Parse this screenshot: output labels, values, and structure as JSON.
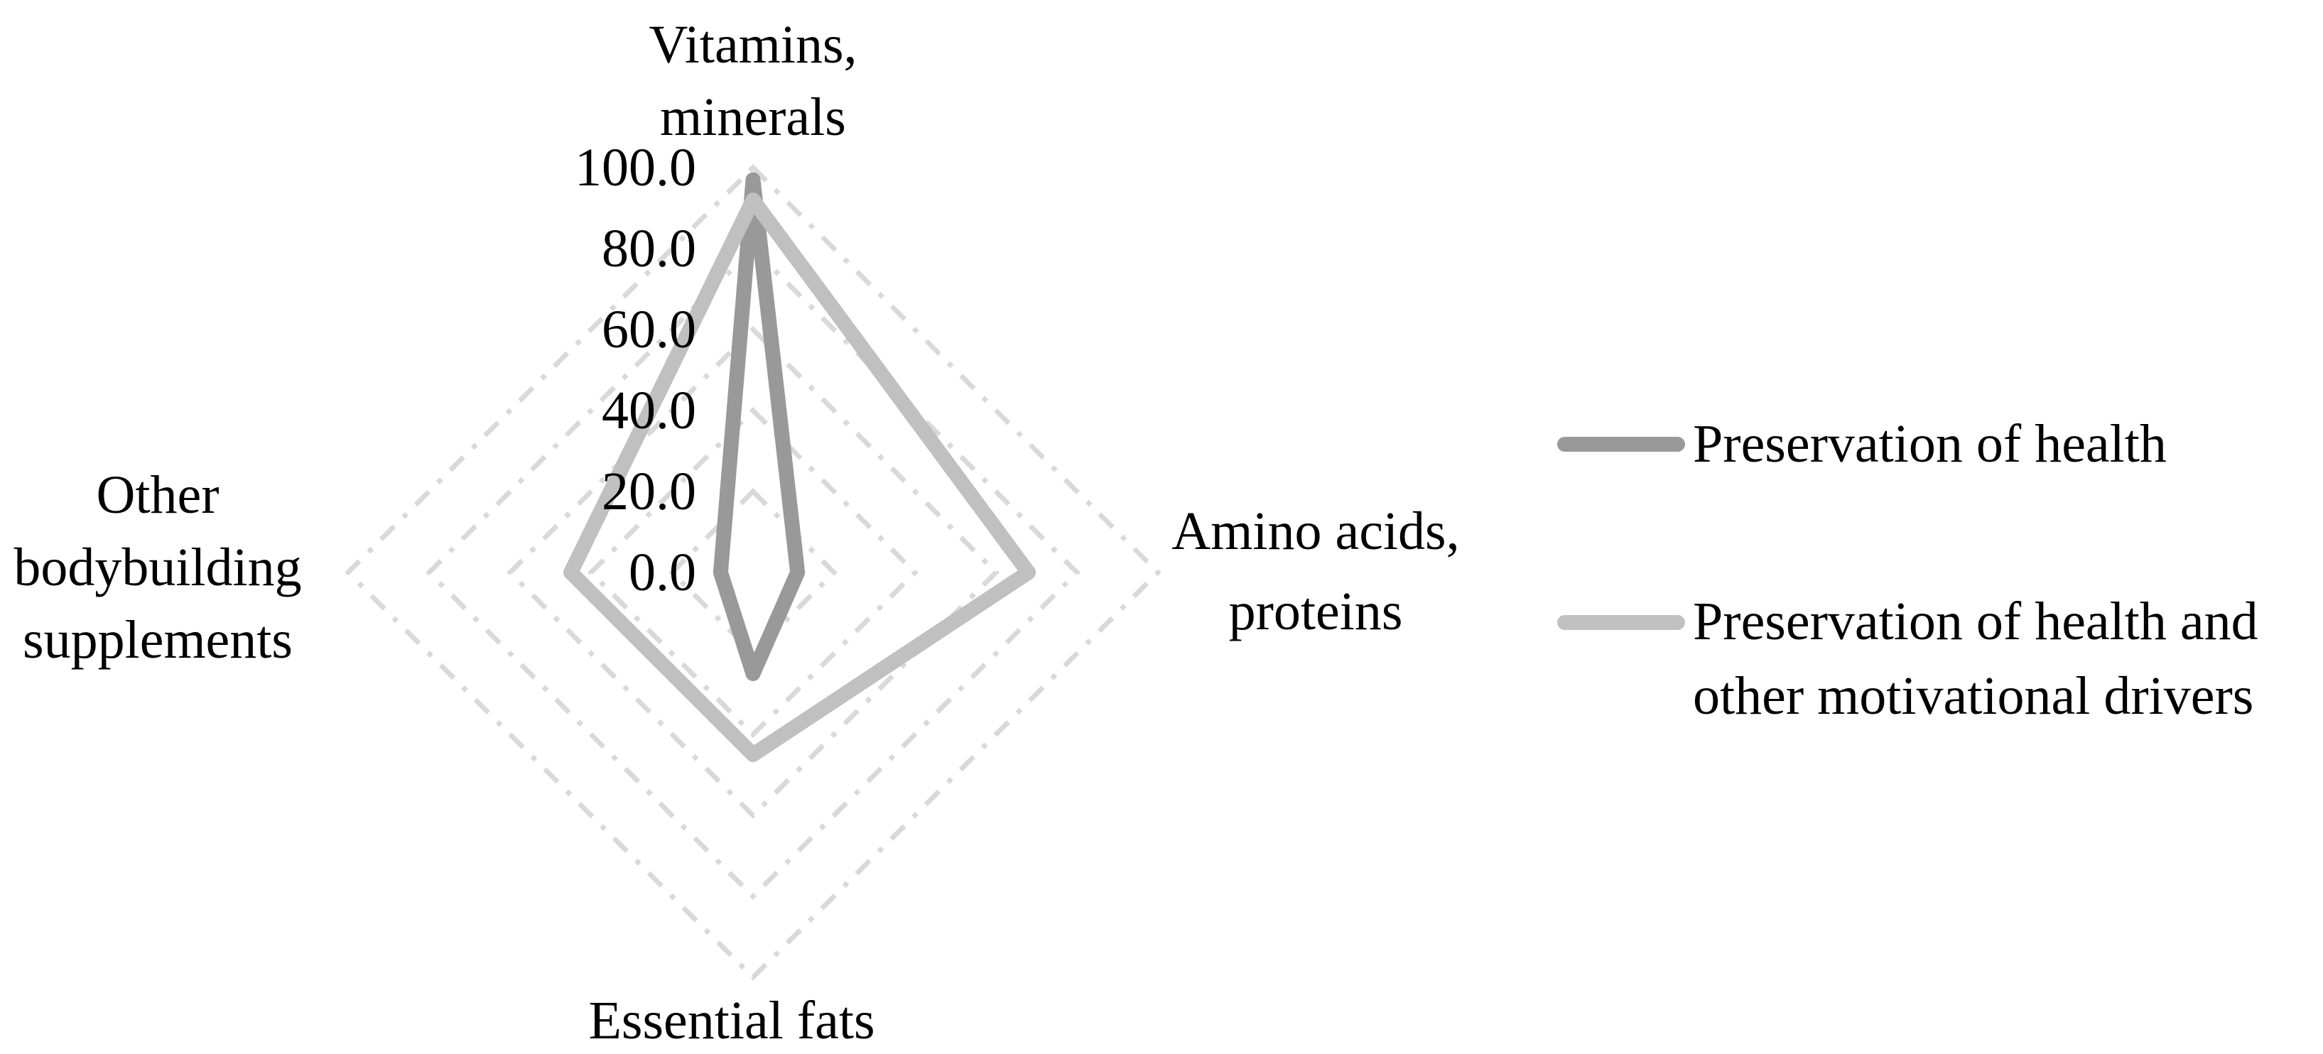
{
  "chart_data": {
    "type": "radar",
    "categories": [
      "Vitamins, minerals",
      "Amino acids, proteins",
      "Essential fats",
      "Other bodybuilding supplements"
    ],
    "series": [
      {
        "name": "Preservation of health",
        "color": "#999999",
        "values": [
          97,
          11,
          25,
          8
        ]
      },
      {
        "name": "Preservation of health and other motivational drivers",
        "color": "#C0C0C0",
        "values": [
          92,
          68,
          45,
          45
        ]
      }
    ],
    "axis": {
      "min": 0,
      "max": 100,
      "step": 20,
      "tick_labels": [
        "100.0",
        "80.0",
        "60.0",
        "40.0",
        "20.0",
        "0.0"
      ],
      "ring_levels": [
        20,
        40,
        60,
        80,
        100
      ]
    },
    "gridline_color": "#D9D9D9",
    "gridline_style": "dash-dot",
    "legend_position": "right",
    "title": ""
  },
  "labels": {
    "top": [
      "Vitamins,",
      "minerals"
    ],
    "right": [
      "Amino acids,",
      "proteins"
    ],
    "bottom": [
      "Essential fats"
    ],
    "left": [
      "Other",
      "bodybuilding",
      "supplements"
    ]
  },
  "legend": {
    "entries": [
      {
        "color": "#999999",
        "lines": [
          "Preservation of health"
        ]
      },
      {
        "color": "#C0C0C0",
        "lines": [
          "Preservation of health and",
          "other motivational drivers"
        ]
      }
    ]
  }
}
